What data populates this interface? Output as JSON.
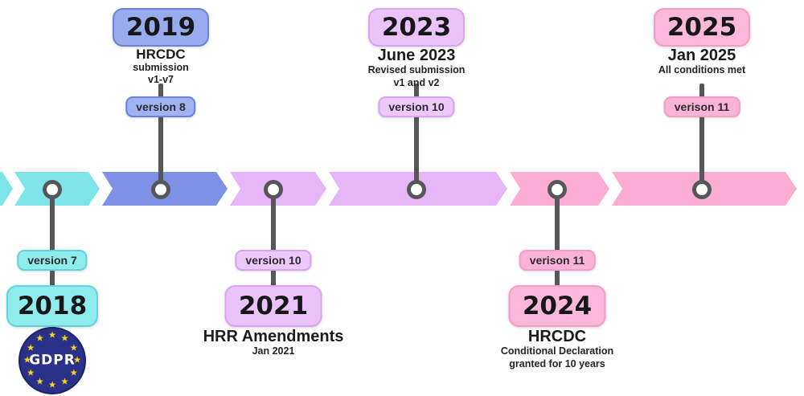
{
  "palette": {
    "cyan": "#7fe4e7",
    "cyan_light": "#8feced",
    "cyan_border": "#5fd5d9",
    "blue": "#7d91e6",
    "blue_light": "#98abee",
    "blue_pill": "#9fb2f2",
    "blue_border": "#6c82d9",
    "lavender": "#e6b6f8",
    "lavender_light": "#eac3fa",
    "lavender_pill": "#edc9fb",
    "lavender_border": "#d9a4f0",
    "pink": "#fbadd4",
    "pink_light": "#fcb8db",
    "pink_pill": "#fcb3d8",
    "pink_border": "#f79cc8",
    "connector": "#565759",
    "eu_blue": "#2a3188",
    "star_yellow": "#f6d32d"
  },
  "timeline": {
    "segment_colors": [
      "cyan",
      "cyan",
      "blue",
      "lavender",
      "lavender",
      "pink",
      "pink"
    ]
  },
  "milestones": [
    {
      "year": "2018",
      "version_label": "version 7",
      "color": "cyan",
      "direction": "down",
      "title": "",
      "lines": []
    },
    {
      "year": "2019",
      "version_label": "version 8",
      "color": "blue",
      "direction": "up",
      "title": "HRCDC",
      "lines": [
        "submission",
        "v1-v7"
      ]
    },
    {
      "year": "2021",
      "version_label": "version 10",
      "color": "lavender",
      "direction": "down",
      "title": "HRR Amendments",
      "lines": [
        "Jan 2021"
      ]
    },
    {
      "year": "2023",
      "version_label": "version 10",
      "color": "lavender",
      "direction": "up",
      "title": "June 2023",
      "lines": [
        "Revised submission",
        "v1 and v2"
      ]
    },
    {
      "year": "2024",
      "version_label": "verison 11",
      "color": "pink",
      "direction": "down",
      "title": "HRCDC",
      "lines": [
        "Conditional Declaration",
        "granted for 10 years"
      ]
    },
    {
      "year": "2025",
      "version_label": "verison 11",
      "color": "pink",
      "direction": "up",
      "title": "Jan 2025",
      "lines": [
        "All conditions met"
      ]
    }
  ],
  "logo": {
    "label": "GDPR",
    "star_count": 12
  }
}
